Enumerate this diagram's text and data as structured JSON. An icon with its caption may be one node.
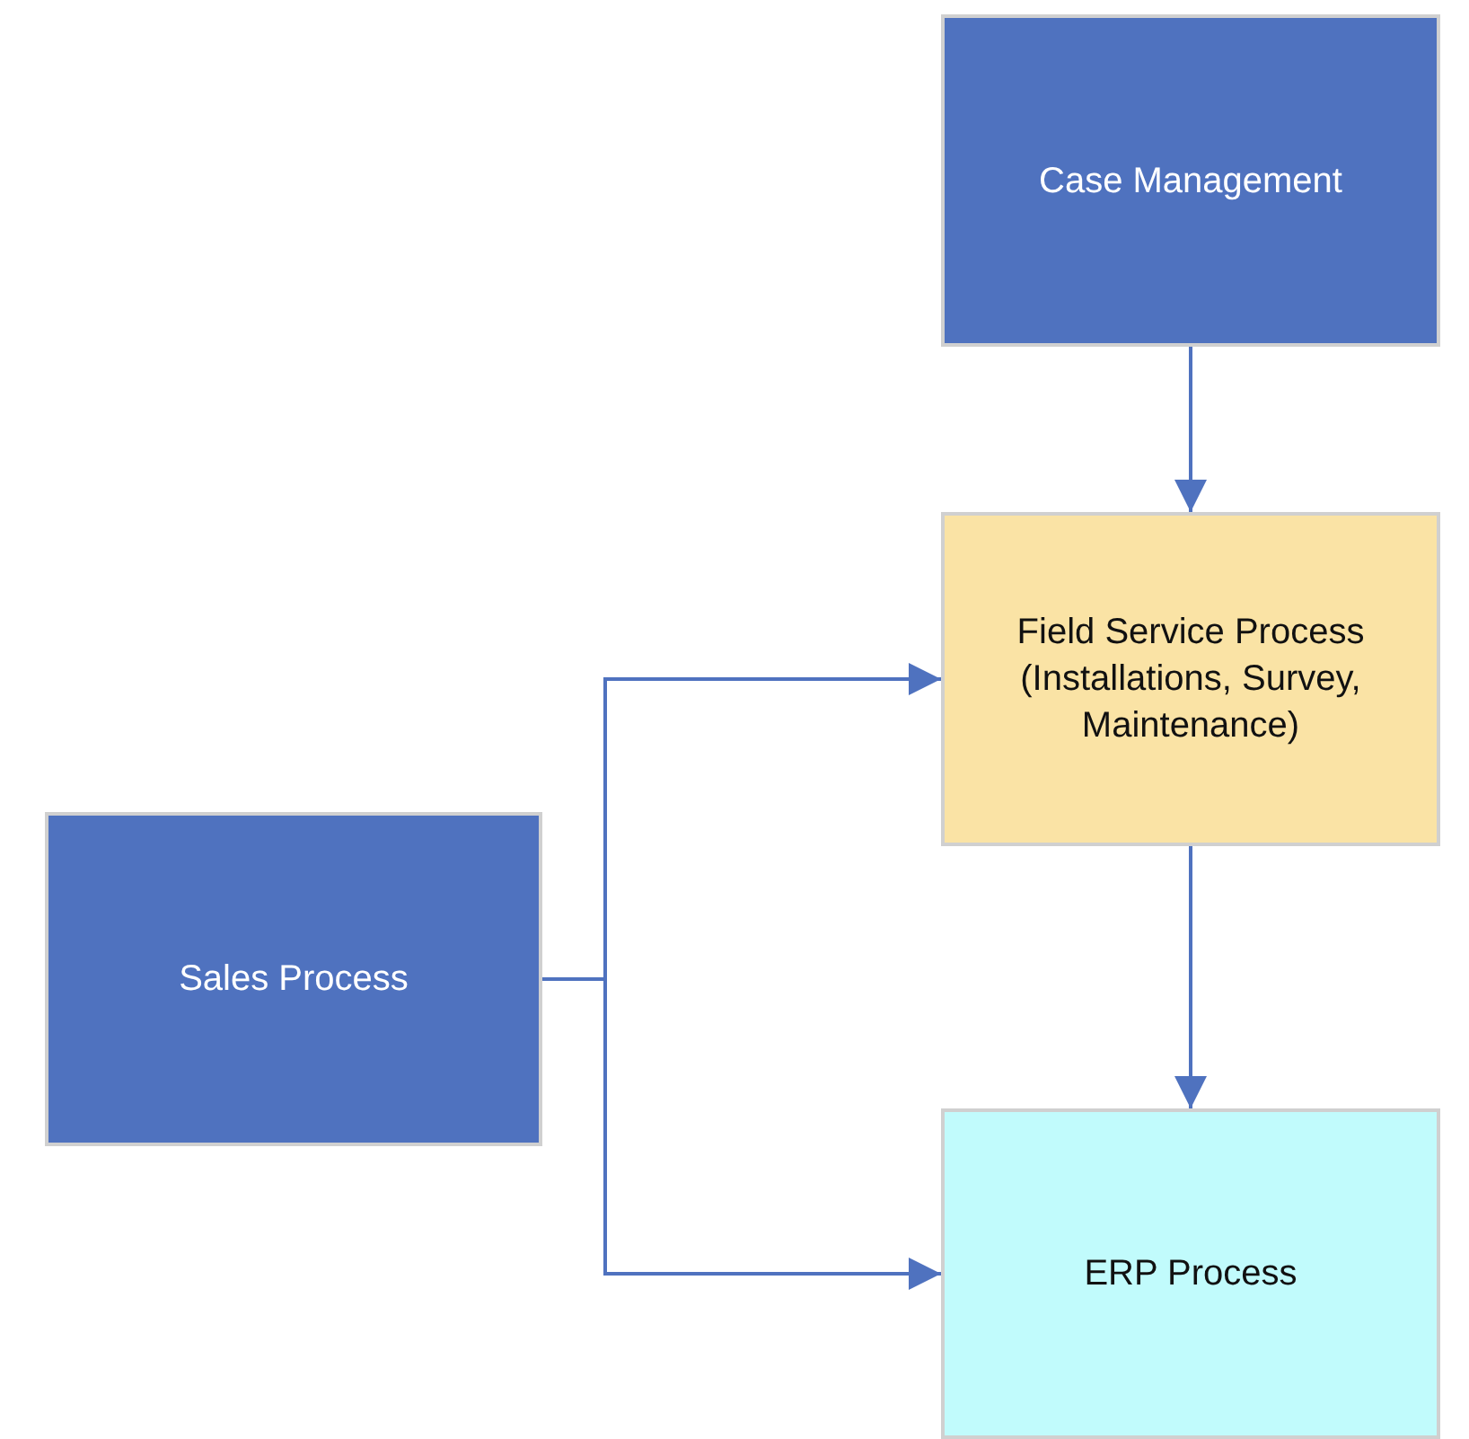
{
  "diagram": {
    "nodes": [
      {
        "text": [
          "Case Management"
        ]
      },
      {
        "text": [
          "Field Service Process (Installations, Survey, Maintenance)"
        ]
      },
      {
        "text": [
          "Sales Process"
        ]
      },
      {
        "text": [
          "ERP Process"
        ]
      }
    ],
    "edges": [
      {
        "from": 0,
        "to": 1,
        "arrow": "to"
      },
      {
        "from": 1,
        "to": 3,
        "arrow": "to"
      },
      {
        "from": 2,
        "to": 1,
        "arrow": "to"
      },
      {
        "from": 2,
        "to": 3,
        "arrow": "to"
      }
    ]
  }
}
